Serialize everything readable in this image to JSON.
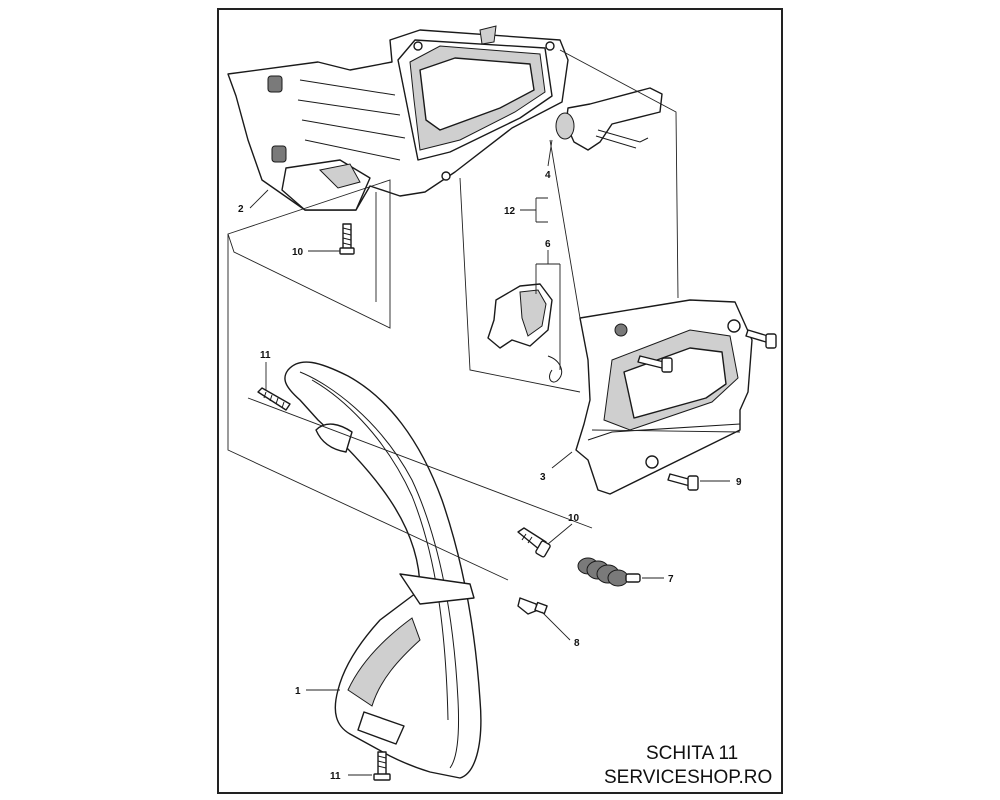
{
  "sheet": {
    "title": "SCHITA 11",
    "source": "SERVICESHOP.RO"
  },
  "callouts": {
    "p1": "1",
    "p2": "2",
    "p3": "3",
    "p4": "4",
    "p6": "6",
    "p7": "7",
    "p8": "8",
    "p9": "9",
    "p10_top": "10",
    "p10_mid": "10",
    "p11_top": "11",
    "p11_bottom": "11",
    "p12": "12"
  },
  "colors": {
    "line": "#1a1a1a",
    "shade": "#cfcfcf",
    "background": "#ffffff"
  }
}
